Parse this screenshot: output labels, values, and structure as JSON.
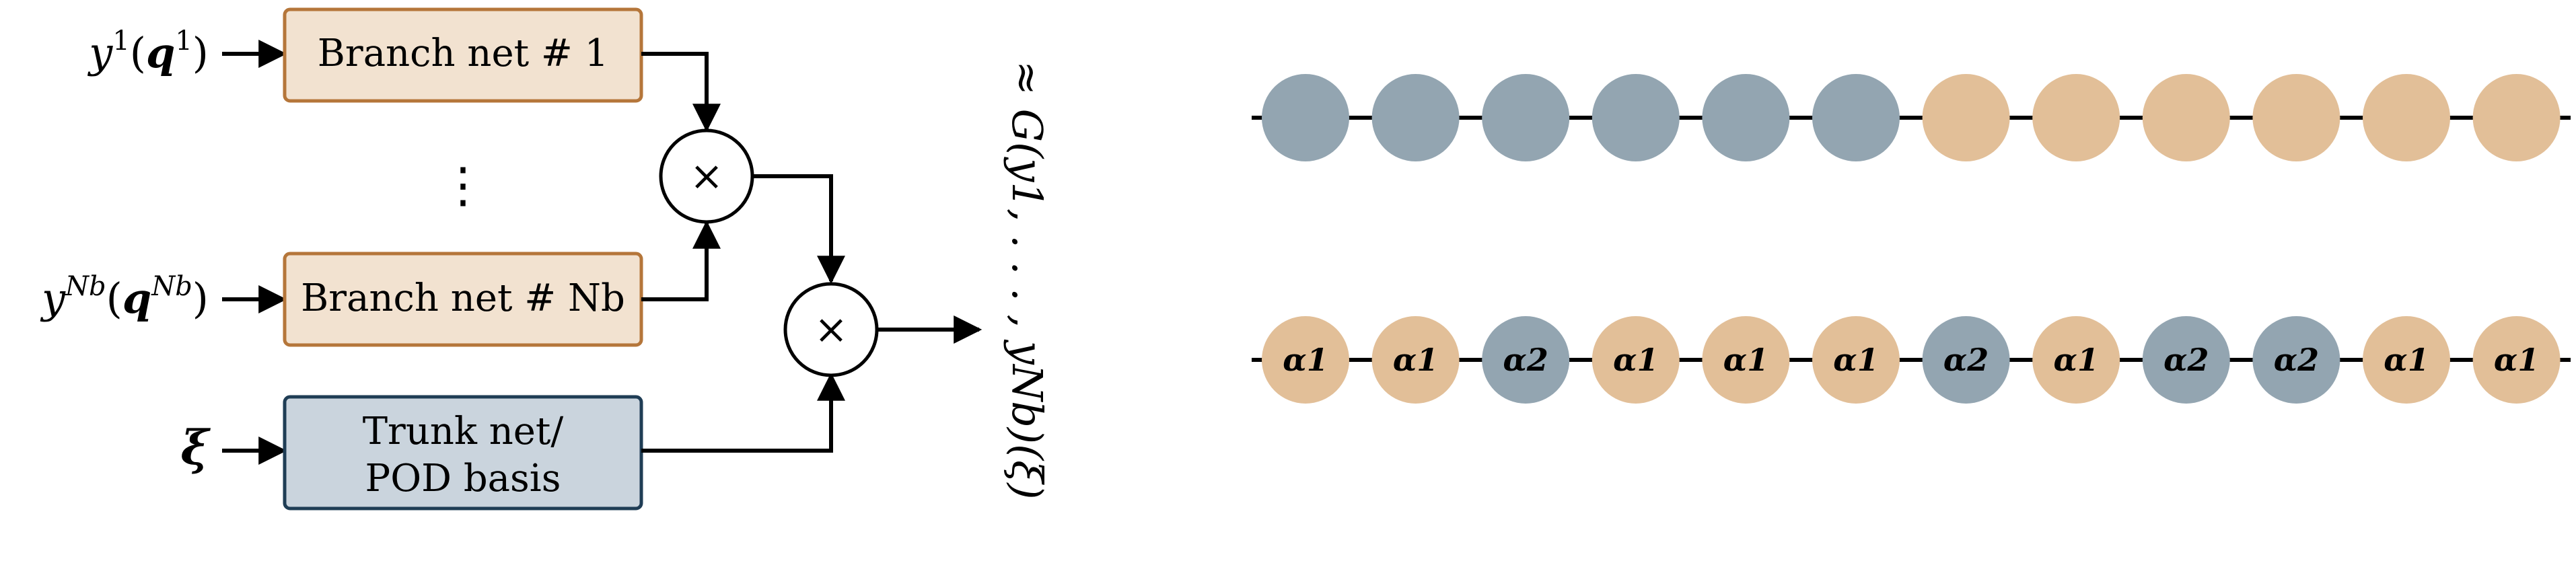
{
  "diagram": {
    "inputs": [
      {
        "base": "y",
        "sup": "1",
        "arg_base": "q",
        "arg_sup": "1"
      },
      {
        "base": "y",
        "sup": "Nb",
        "arg_base": "q",
        "arg_sup": "Nb"
      },
      {
        "symbol": "ξ"
      }
    ],
    "branch_nets": [
      {
        "label": "Branch net # 1"
      },
      {
        "label": "Branch net # Nb"
      }
    ],
    "ellipsis": "⋮",
    "trunk": {
      "line1": "Trunk net/",
      "line2": "POD basis"
    },
    "multiply": "×",
    "output_text": "≈ G(y1, . . . , yNb)(ξ)"
  },
  "colors": {
    "branch_fill": "#f2e2d0",
    "branch_stroke": "#b5763a",
    "trunk_fill": "#cad4dd",
    "trunk_stroke": "#1f3d55",
    "blue_node": "#93a5b1",
    "tan_node": "#e2bf98"
  },
  "chains": [
    {
      "nodes": [
        "blue",
        "blue",
        "blue",
        "blue",
        "blue",
        "blue",
        "tan",
        "tan",
        "tan",
        "tan",
        "tan",
        "tan"
      ],
      "labels": [
        "",
        "",
        "",
        "",
        "",
        "",
        "",
        "",
        "",
        "",
        "",
        ""
      ]
    },
    {
      "nodes": [
        "tan",
        "tan",
        "blue",
        "tan",
        "tan",
        "tan",
        "blue",
        "tan",
        "blue",
        "blue",
        "tan",
        "tan"
      ],
      "labels": [
        "α1",
        "α1",
        "α2",
        "α1",
        "α1",
        "α1",
        "α2",
        "α1",
        "α2",
        "α2",
        "α1",
        "α1"
      ]
    }
  ]
}
